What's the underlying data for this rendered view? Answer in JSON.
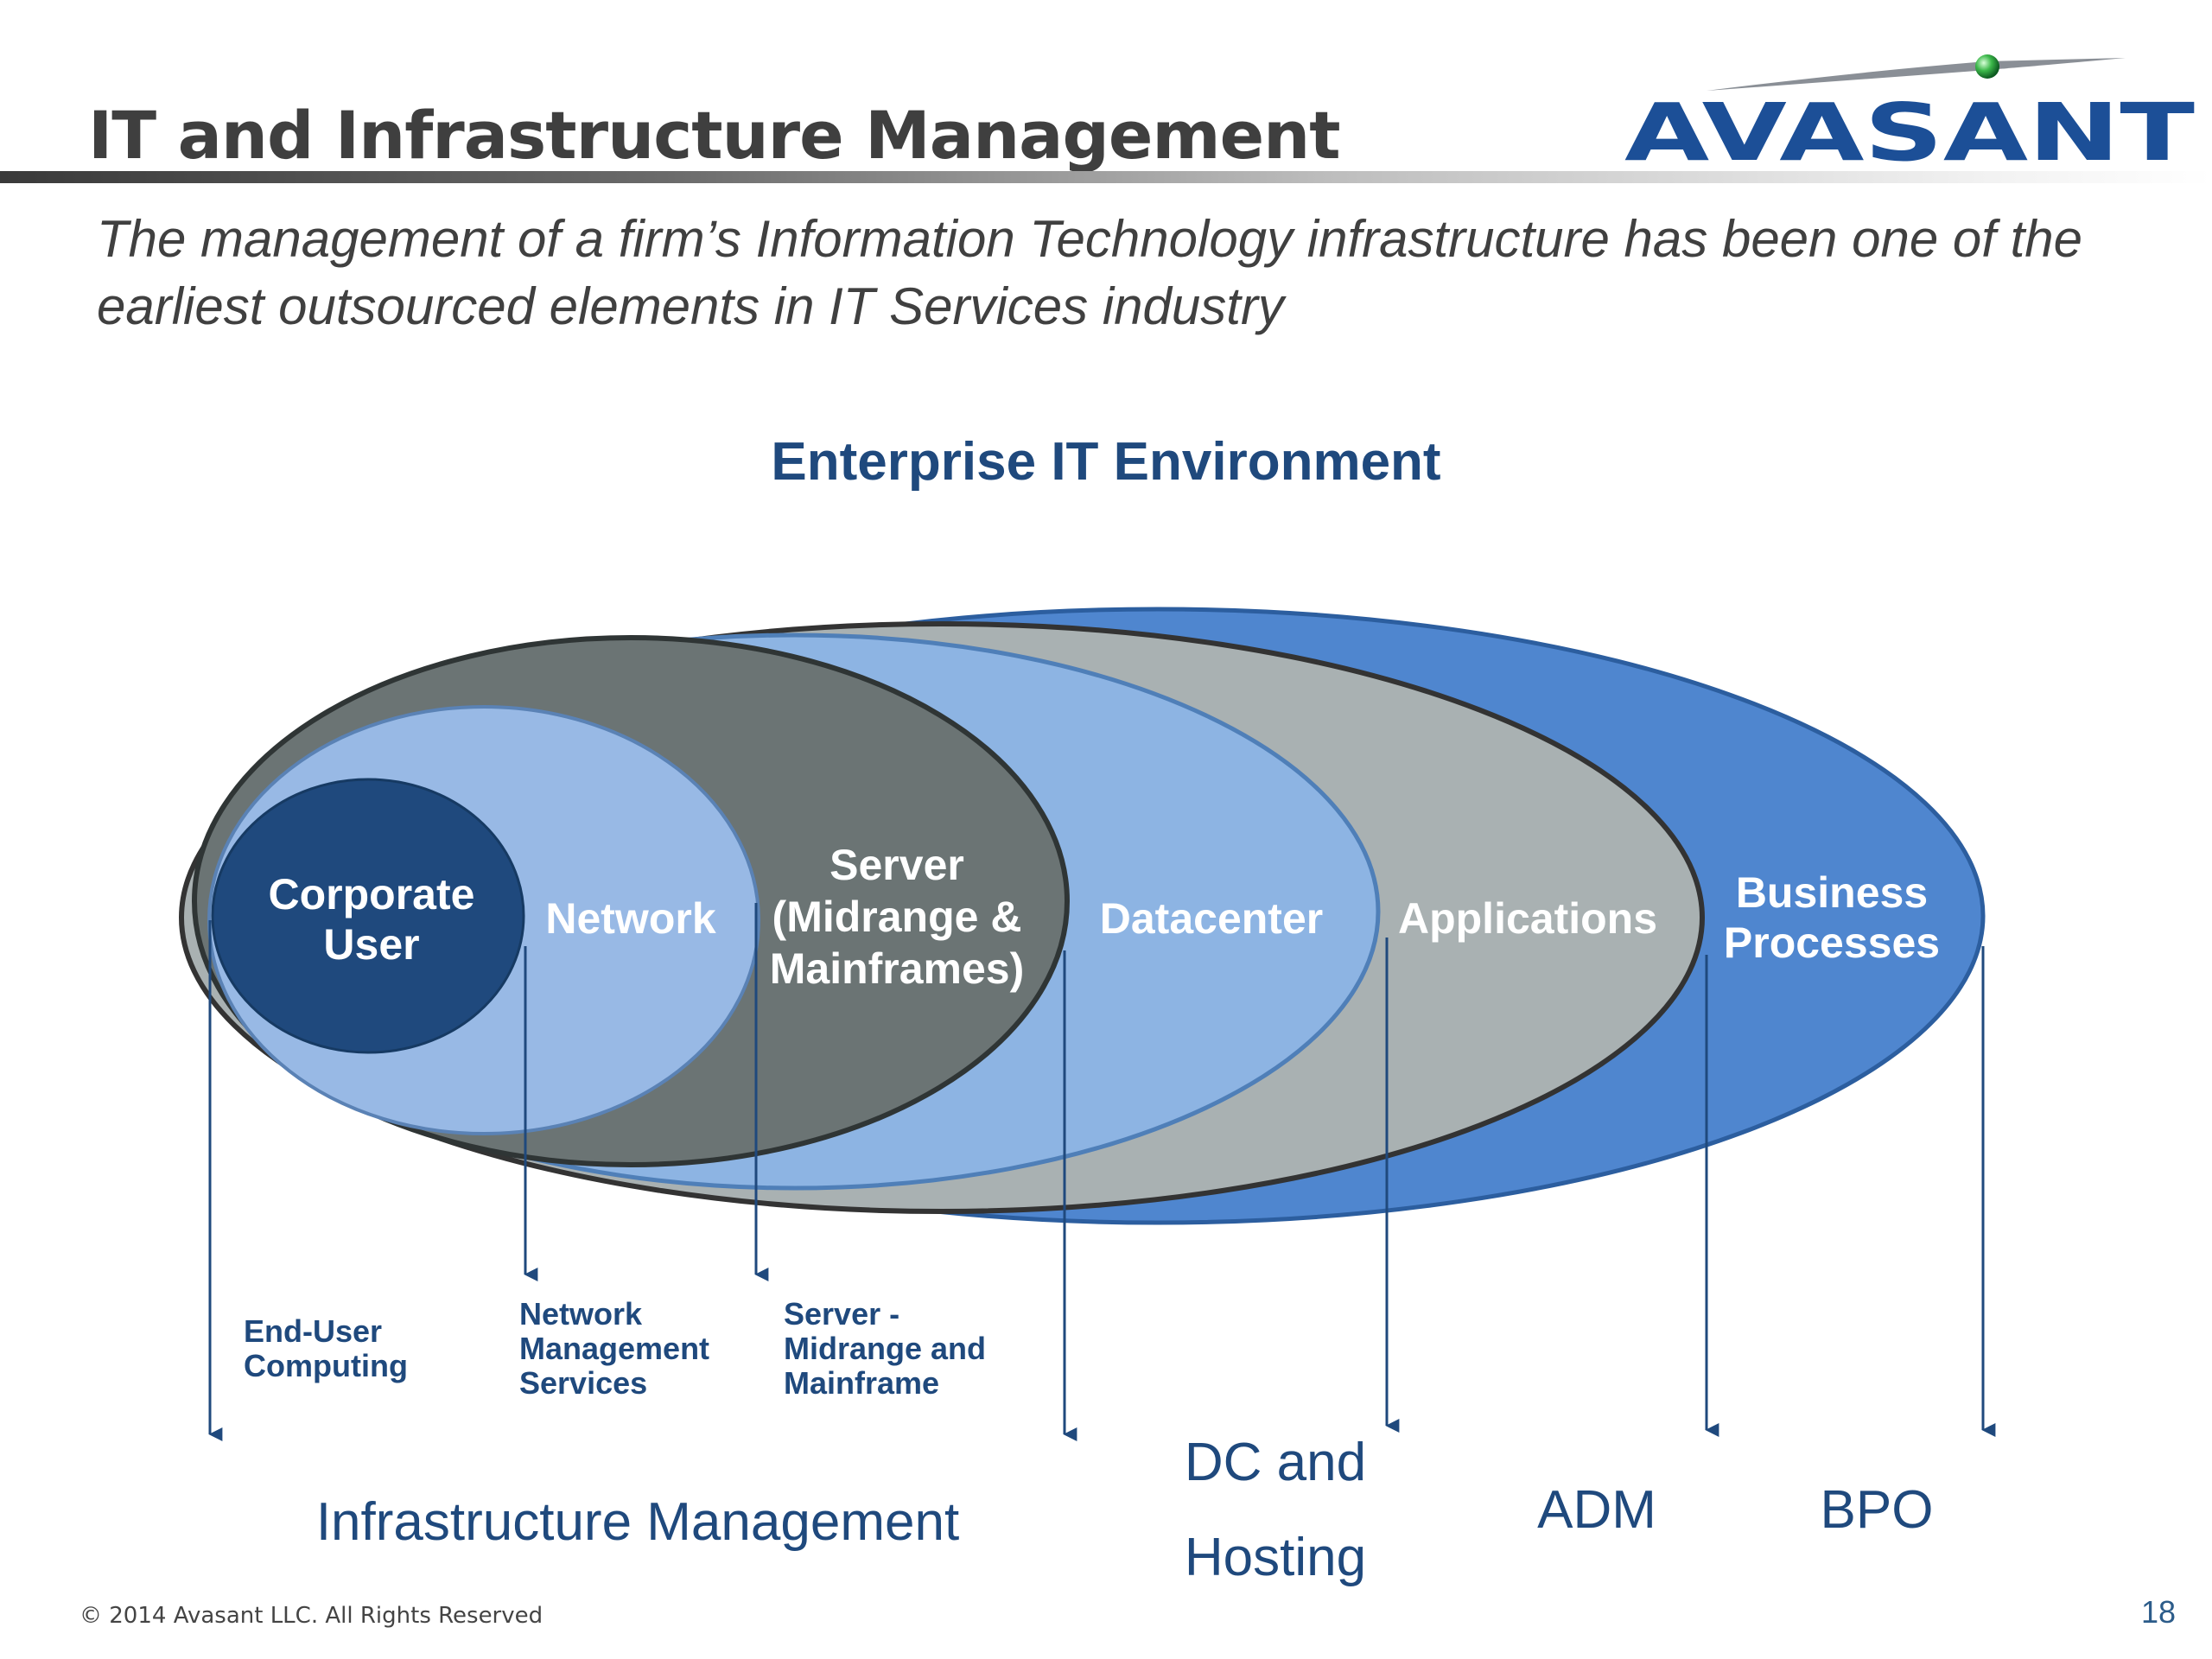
{
  "slide": {
    "title": "IT and Infrastructure Management",
    "subtitle": "The management of a firm’s Information Technology infrastructure has been one of the earliest outsourced elements in IT Services industry",
    "footer": "© 2014 Avasant LLC. All Rights Reserved",
    "page_number": "18"
  },
  "logo": {
    "text": "AVASANT"
  },
  "diagram": {
    "title": "Enterprise IT Environment",
    "rings": [
      {
        "id": "business",
        "lines": [
          "Business",
          "Processes"
        ],
        "color": "#4f86cf"
      },
      {
        "id": "applications",
        "lines": [
          "Applications"
        ],
        "color": "#a9b1b2"
      },
      {
        "id": "datacenter",
        "lines": [
          "Datacenter"
        ],
        "color": "#8db4e3"
      },
      {
        "id": "server",
        "lines": [
          "Server",
          "(Midrange &",
          "Mainframes)"
        ],
        "color": "#6b7474"
      },
      {
        "id": "network",
        "lines": [
          "Network"
        ],
        "color": "#98b9e5"
      },
      {
        "id": "user",
        "lines": [
          "Corporate",
          "User"
        ],
        "color": "#1f497d"
      }
    ],
    "service_labels": [
      {
        "id": "eud",
        "lines": [
          "End-User",
          "Computing"
        ]
      },
      {
        "id": "nms",
        "lines": [
          "Network",
          "Management",
          "Services"
        ]
      },
      {
        "id": "srv",
        "lines": [
          "Server -",
          "Midrange and",
          "Mainframe"
        ]
      }
    ],
    "categories": [
      {
        "id": "im",
        "lines": [
          "Infrastructure Management"
        ]
      },
      {
        "id": "dc",
        "lines": [
          "DC and",
          "Hosting"
        ]
      },
      {
        "id": "adm",
        "lines": [
          "ADM"
        ]
      },
      {
        "id": "bpo",
        "lines": [
          "BPO"
        ]
      }
    ]
  }
}
